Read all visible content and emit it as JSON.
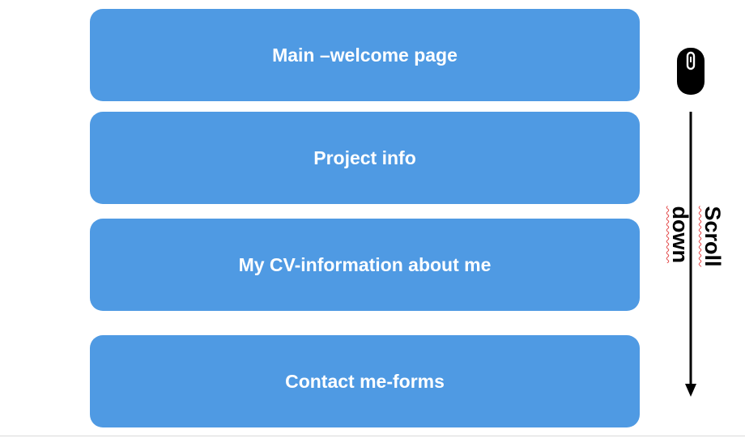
{
  "sections": [
    {
      "label": "Main –welcome page"
    },
    {
      "label": "Project info"
    },
    {
      "label": "My CV-information about me"
    },
    {
      "label": "Contact me-forms"
    }
  ],
  "scroll_hint": {
    "line1": "Scroll",
    "line2": "down",
    "icon": "mouse-icon",
    "arrow": "down-arrow"
  },
  "colors": {
    "box_fill": "#4f9ae3",
    "box_text": "#ffffff",
    "arrow": "#000000"
  }
}
